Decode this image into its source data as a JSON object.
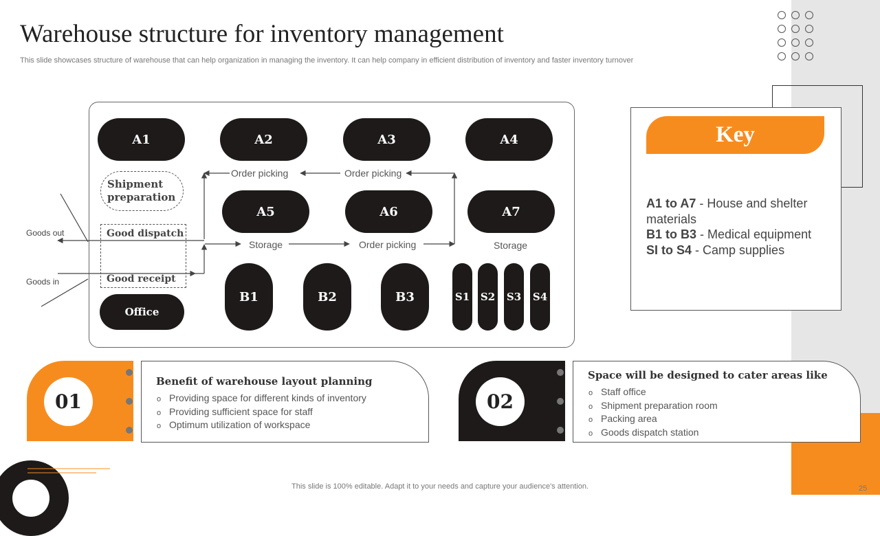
{
  "title": "Warehouse structure for inventory management",
  "subtitle": "This slide showcases structure of warehouse that can help organization in managing the inventory. It can help company in efficient distribution of inventory and faster inventory turnover",
  "key": {
    "heading": "Key",
    "line1_bold": "A1  to A7",
    "line1_rest": " - House and shelter materials",
    "line2_bold": "B1 to B3",
    "line2_rest": " -  Medical equipment",
    "line3_bold": "SI to S4",
    "line3_rest": "  -  Camp supplies"
  },
  "zones": {
    "a_row1": [
      "A1",
      "A2",
      "A3",
      "A4"
    ],
    "a_row2": [
      "A5",
      "A6",
      "A7"
    ],
    "b_row": [
      "B1",
      "B2",
      "B3"
    ],
    "s_row": [
      "S1",
      "S2",
      "S3",
      "S4"
    ],
    "office": "Office"
  },
  "labels": {
    "shipment_line1": "Shipment",
    "shipment_line2": "preparation",
    "good_dispatch": "Good dispatch",
    "good_receipt": "Good receipt",
    "order_picking_1": "Order picking",
    "order_picking_2": "Order picking",
    "order_picking_3": "Order picking",
    "storage_1": "Storage",
    "storage_2": "Storage",
    "goods_out": "Goods  out",
    "goods_in": "Goods  in"
  },
  "card1": {
    "number": "01",
    "title": "Benefit of warehouse layout planning",
    "bullets": [
      "Providing space for different kinds of inventory",
      "Providing sufficient space for staff",
      "Optimum utilization of workspace"
    ]
  },
  "card2": {
    "number": "02",
    "title": "Space will be designed to cater areas like",
    "bullets": [
      "Staff office",
      "Shipment preparation room",
      "Packing area",
      "Goods dispatch station"
    ]
  },
  "footer": "This slide is 100% editable. Adapt it to your needs and capture your audience's attention.",
  "page_number": "25",
  "colors": {
    "accent": "#f78c1e",
    "dark": "#1e1a1a",
    "band": "#e6e6e6"
  }
}
